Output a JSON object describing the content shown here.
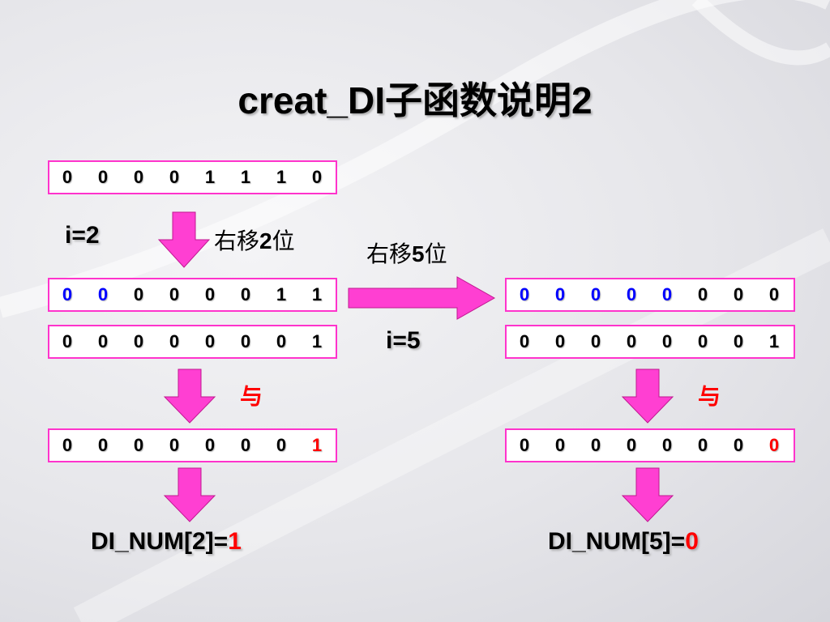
{
  "title": "creat_DI子函数说明2",
  "colors": {
    "arrow": "#ff3fd2",
    "box_border": "#ff33cc",
    "highlight_blue": "#0000ff",
    "highlight_red": "#ff0000"
  },
  "left": {
    "input_bits": [
      "0",
      "0",
      "0",
      "0",
      "1",
      "1",
      "1",
      "0"
    ],
    "index_label": "i=2",
    "shift_label_prefix": "右移",
    "shift_amount": "2",
    "shift_label_suffix": "位",
    "shifted_bits": [
      "0",
      "0",
      "0",
      "0",
      "0",
      "0",
      "1",
      "1"
    ],
    "mask_bits": [
      "0",
      "0",
      "0",
      "0",
      "0",
      "0",
      "0",
      "1"
    ],
    "and_label": "与",
    "result_bits": [
      "0",
      "0",
      "0",
      "0",
      "0",
      "0",
      "0",
      "1"
    ],
    "result_prefix": "DI_NUM[2]=",
    "result_value": "1"
  },
  "middle": {
    "shift_label_prefix": "右移",
    "shift_amount": "5",
    "shift_label_suffix": "位",
    "index_label": "i=5"
  },
  "right": {
    "shifted_bits": [
      "0",
      "0",
      "0",
      "0",
      "0",
      "0",
      "0",
      "0"
    ],
    "mask_bits": [
      "0",
      "0",
      "0",
      "0",
      "0",
      "0",
      "0",
      "1"
    ],
    "and_label": "与",
    "result_bits": [
      "0",
      "0",
      "0",
      "0",
      "0",
      "0",
      "0",
      "0"
    ],
    "result_prefix": "DI_NUM[5]=",
    "result_value": "0"
  }
}
